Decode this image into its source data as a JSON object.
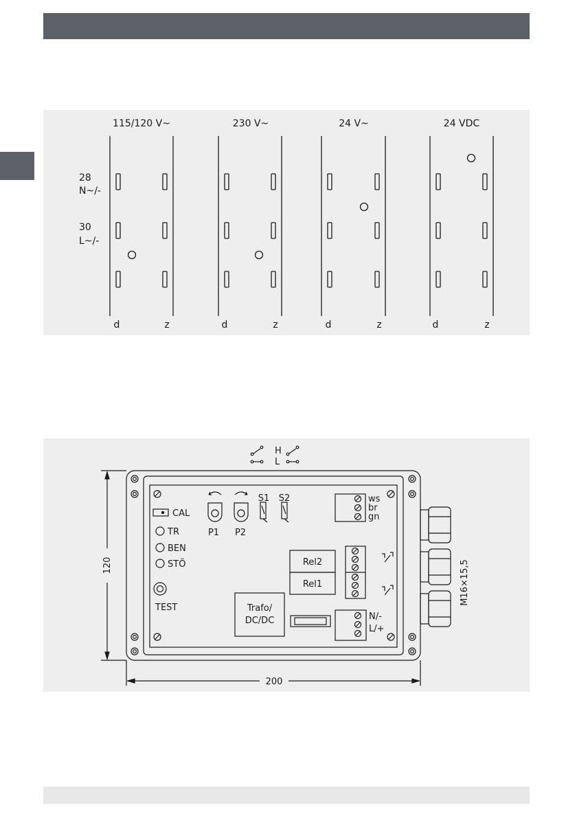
{
  "jumper_diagram": {
    "columns": [
      {
        "voltage": "115/120 V~",
        "left_label": "d",
        "right_label": "z"
      },
      {
        "voltage": "230 V~",
        "left_label": "d",
        "right_label": "z"
      },
      {
        "voltage": "24 V~",
        "left_label": "d",
        "right_label": "z"
      },
      {
        "voltage": "24 VDC",
        "left_label": "d",
        "right_label": "z"
      }
    ],
    "pin_labels": [
      {
        "number": "28",
        "signal": "N~/-"
      },
      {
        "number": "30",
        "signal": "L~/-"
      }
    ]
  },
  "housing_diagram": {
    "switch_h": "H",
    "switch_l": "L",
    "pot_1": "P1",
    "pot_2": "P2",
    "switch_1": "S1",
    "switch_2": "S2",
    "cal": "CAL",
    "leds": [
      "TR",
      "BEN",
      "STÖ"
    ],
    "test": "TEST",
    "relay_2": "Rel2",
    "relay_1": "Rel1",
    "trafo_line1": "Trafo/",
    "trafo_line2": "DC/DC",
    "wires": [
      "ws",
      "br",
      "gn"
    ],
    "power_terminals": [
      "N/-",
      "L/+"
    ],
    "dim_height": "120",
    "dim_width": "200",
    "gland": "M16×15,5"
  }
}
